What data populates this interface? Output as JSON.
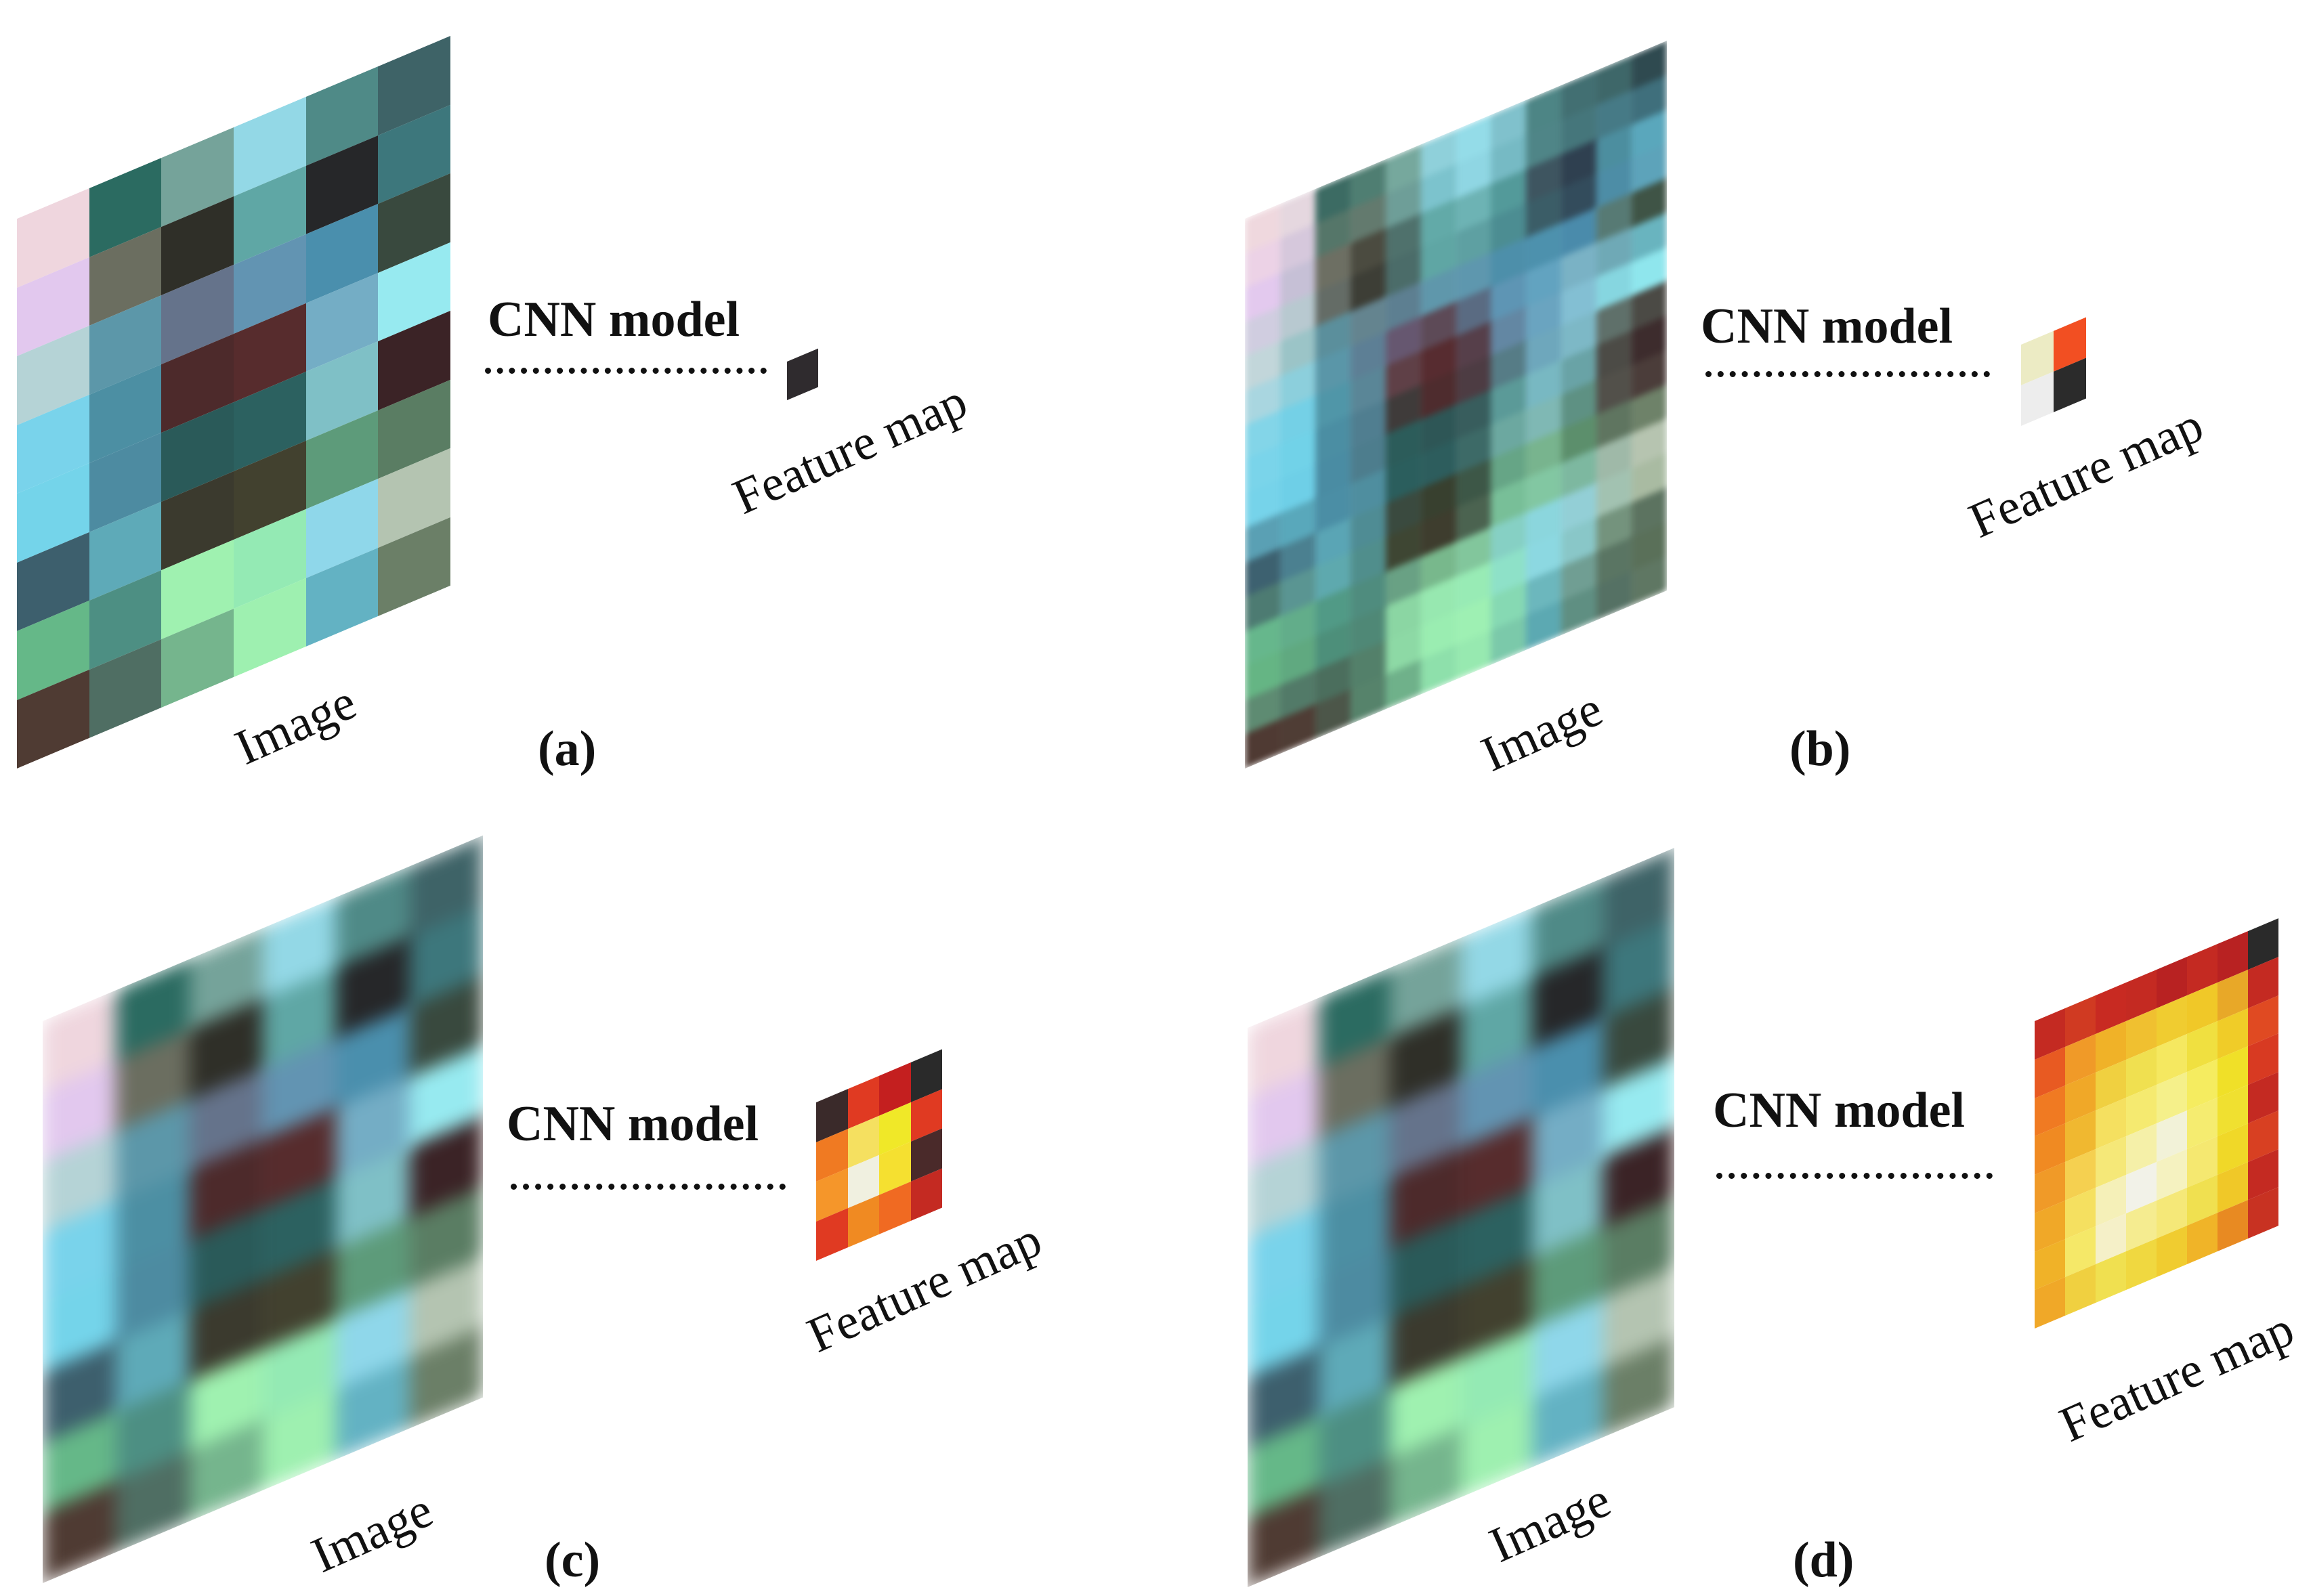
{
  "panels": [
    {
      "letter": "(a)",
      "cnn_label": "CNN model",
      "image_label": "Image",
      "feature_label": "Feature map",
      "image_grid": {
        "rows": 8,
        "cols": 6,
        "colors": [
          "#efd6de",
          "#2b6b61",
          "#75a39a",
          "#93d8e6",
          "#4f8a87",
          "#3e6367",
          "#e2c8ee",
          "#6b6e60",
          "#2f2f28",
          "#5fa7a5",
          "#262729",
          "#3d777c",
          "#b5d3d6",
          "#5c97a9",
          "#65738b",
          "#6294b2",
          "#4a8fad",
          "#39493e",
          "#79d3eb",
          "#4c8fa3",
          "#4d2a2b",
          "#572c2d",
          "#74adc5",
          "#97eaf0",
          "#74d4ea",
          "#4d8ba1",
          "#2a5a59",
          "#2c6160",
          "#7fc0c6",
          "#3b2326",
          "#3d5f6d",
          "#5eaab8",
          "#3b3a2e",
          "#42412f",
          "#5d9b7a",
          "#5a7d63",
          "#65b888",
          "#4d8f83",
          "#9ff1b0",
          "#94eab4",
          "#8fd7ea",
          "#b4c4b1",
          "#4f3b33",
          "#4f6e63",
          "#75b58d",
          "#9ef0b0",
          "#63b2c3",
          "#6b7f67"
        ]
      },
      "feature_map": {
        "rows": 1,
        "cols": 1,
        "colors": [
          "#2f2b2e"
        ]
      }
    },
    {
      "letter": "(b)",
      "cnn_label": "CNN model",
      "image_label": "Image",
      "feature_label": "Feature map",
      "image_grid": {
        "rows": 16,
        "cols": 12,
        "colors": [
          "#efd8de",
          "#e5d7df",
          "#3c6b63",
          "#4f7e72",
          "#76a89d",
          "#8fd0da",
          "#94dce8",
          "#80c1cc",
          "#4d8585",
          "#426f72",
          "#3e6769",
          "#2f4a50",
          "#ecd2e6",
          "#d6c8dc",
          "#557669",
          "#637a6e",
          "#6e9e98",
          "#7cc3cd",
          "#8fd6e3",
          "#76bac4",
          "#4f8587",
          "#45767b",
          "#467a86",
          "#3f6f7c",
          "#e3c9ee",
          "#c6c0d6",
          "#6d6f63",
          "#4b4b40",
          "#4f716c",
          "#62aaa8",
          "#6db3b4",
          "#539a9a",
          "#3e5560",
          "#2f4050",
          "#4c8e9f",
          "#5aa7bc",
          "#d0cde0",
          "#b8c9d0",
          "#646c66",
          "#3d3e36",
          "#4b6c69",
          "#5fa6a4",
          "#5ea0a2",
          "#4c8d92",
          "#3b5d67",
          "#334c5c",
          "#4d8da6",
          "#5da3ba",
          "#c2d6da",
          "#9bc4c7",
          "#5b8f9c",
          "#64848f",
          "#5d7f91",
          "#5f97ab",
          "#5e97ae",
          "#4d8faa",
          "#4d91ad",
          "#4a8bab",
          "#577a74",
          "#3f5446",
          "#a9d6e0",
          "#8ccfdc",
          "#5a96a8",
          "#5d7f95",
          "#665770",
          "#5d4a57",
          "#5a6b82",
          "#5e95b4",
          "#62a3c0",
          "#7ab2c5",
          "#6fa9b6",
          "#69b4bf",
          "#83d5e8",
          "#74d0e6",
          "#5096a8",
          "#5a8697",
          "#5f4047",
          "#572c30",
          "#563f4a",
          "#6387a3",
          "#6aa4c0",
          "#83bfd3",
          "#86d6e0",
          "#8fe6ed",
          "#7ad4ea",
          "#71d2e8",
          "#4b8ea3",
          "#507e90",
          "#3f3b3a",
          "#4e2c2e",
          "#4d3c43",
          "#567c86",
          "#6ea7bc",
          "#7db8c6",
          "#5f706a",
          "#4b4a45",
          "#76d3ea",
          "#6ecfe7",
          "#4a8ca3",
          "#4d7d8d",
          "#2c5c5a",
          "#2e5656",
          "#385d5d",
          "#5b9a98",
          "#78b8c2",
          "#69a3a6",
          "#4c4b46",
          "#3d2c2d",
          "#5aa0b4",
          "#59a8bb",
          "#4b8ea5",
          "#4f8e9f",
          "#2b5e5d",
          "#2d5d5d",
          "#3d6a67",
          "#6ca8a0",
          "#7fb8b4",
          "#5e9183",
          "#52504a",
          "#4b3d3a",
          "#3d6170",
          "#4b8090",
          "#5aa5b5",
          "#4f8c94",
          "#3a4a3f",
          "#38402f",
          "#3d5747",
          "#66a586",
          "#78b48e",
          "#5c8f6c",
          "#5f7560",
          "#6e8269",
          "#4d7b72",
          "#5a9592",
          "#5ea9ae",
          "#508e8c",
          "#3e4633",
          "#3e3d2e",
          "#4b6350",
          "#78bf98",
          "#82c7a2",
          "#7db8a0",
          "#9fb9a8",
          "#b6c4b0",
          "#66b78c",
          "#62ad8a",
          "#519a86",
          "#4f8c7e",
          "#69a184",
          "#78b88c",
          "#82c69c",
          "#86d0c4",
          "#8bd6dd",
          "#93cfd6",
          "#a2c2b1",
          "#a9bba2",
          "#65b584",
          "#60a980",
          "#4d8f7a",
          "#4f8876",
          "#8bd6a3",
          "#97e8b0",
          "#98ebb5",
          "#8ee1c8",
          "#8cd8e1",
          "#89c7c8",
          "#74937d",
          "#5c7360",
          "#5e8b72",
          "#527a68",
          "#4b6e5d",
          "#53806a",
          "#8dd9a5",
          "#9aedb1",
          "#9ef0b3",
          "#86d9b3",
          "#6cb7bd",
          "#709e93",
          "#5a7563",
          "#5a7059",
          "#4f3a33",
          "#4f3d35",
          "#4c5649",
          "#56836b",
          "#6fb18a",
          "#8ee0ab",
          "#97e9b0",
          "#7bc9aa",
          "#5ca9b2",
          "#5f8f82",
          "#557164",
          "#5f7763"
        ]
      },
      "feature_map": {
        "rows": 2,
        "cols": 2,
        "colors": [
          "#ecebc4",
          "#f24f22",
          "#ededed",
          "#2b2b2b"
        ]
      }
    },
    {
      "letter": "(c)",
      "cnn_label": "CNN model",
      "image_label": "Image",
      "feature_label": "Feature map",
      "image_grid": {
        "rows": 8,
        "cols": 6,
        "colors": [
          "#efd6de",
          "#2b6b61",
          "#75a39a",
          "#93d8e6",
          "#4f8a87",
          "#3e6367",
          "#e2c8ee",
          "#6b6e60",
          "#2f2f28",
          "#5fa7a5",
          "#262729",
          "#3d777c",
          "#b5d3d6",
          "#5c97a9",
          "#65738b",
          "#6294b2",
          "#4a8fad",
          "#39493e",
          "#79d3eb",
          "#4c8fa3",
          "#4d2a2b",
          "#572c2d",
          "#74adc5",
          "#97eaf0",
          "#74d4ea",
          "#4d8ba1",
          "#2a5a59",
          "#2c6160",
          "#7fc0c6",
          "#3b2326",
          "#3d5f6d",
          "#5eaab8",
          "#3b3a2e",
          "#42412f",
          "#5d9b7a",
          "#5a7d63",
          "#65b888",
          "#4d8f83",
          "#9ff1b0",
          "#94eab4",
          "#8fd7ea",
          "#b4c4b1",
          "#4f3b33",
          "#4f6e63",
          "#75b58d",
          "#9ef0b0",
          "#63b2c3",
          "#6b7f67"
        ]
      },
      "feature_map": {
        "rows": 4,
        "cols": 4,
        "colors": [
          "#3a2a2a",
          "#e03a22",
          "#c41f1f",
          "#2a2a2a",
          "#f07a22",
          "#f5e060",
          "#f0e828",
          "#e03a22",
          "#f5962a",
          "#f0f0e0",
          "#f5e030",
          "#4a2a2a",
          "#e03a22",
          "#f08a22",
          "#f06a22",
          "#c42a22"
        ]
      }
    },
    {
      "letter": "(d)",
      "cnn_label": "CNN model",
      "image_label": "Image",
      "feature_label": "Feature map",
      "image_grid": {
        "rows": 8,
        "cols": 6,
        "colors": [
          "#efd6de",
          "#2b6b61",
          "#75a39a",
          "#93d8e6",
          "#4f8a87",
          "#3e6367",
          "#e2c8ee",
          "#6b6e60",
          "#2f2f28",
          "#5fa7a5",
          "#262729",
          "#3d777c",
          "#b5d3d6",
          "#5c97a9",
          "#65738b",
          "#6294b2",
          "#4a8fad",
          "#39493e",
          "#79d3eb",
          "#4c8fa3",
          "#4d2a2b",
          "#572c2d",
          "#74adc5",
          "#97eaf0",
          "#74d4ea",
          "#4d8ba1",
          "#2a5a59",
          "#2c6160",
          "#7fc0c6",
          "#3b2326",
          "#3d5f6d",
          "#5eaab8",
          "#3b3a2e",
          "#42412f",
          "#5d9b7a",
          "#5a7d63",
          "#65b888",
          "#4d8f83",
          "#9ff1b0",
          "#94eab4",
          "#8fd7ea",
          "#b4c4b1",
          "#4f3b33",
          "#4f6e63",
          "#75b58d",
          "#9ef0b0",
          "#63b2c3",
          "#6b7f67"
        ]
      },
      "feature_map": {
        "rows": 8,
        "cols": 8,
        "colors": [
          "#c42a22",
          "#d03a22",
          "#c82a22",
          "#c42a22",
          "#b82222",
          "#c42a22",
          "#b82222",
          "#2a2a2a",
          "#e85a22",
          "#f09a28",
          "#f0b228",
          "#f0c030",
          "#f0cc30",
          "#f0c828",
          "#e8a828",
          "#c42a22",
          "#f07a22",
          "#f0a828",
          "#f0d040",
          "#f0e050",
          "#f5e860",
          "#f0e040",
          "#f0cc28",
          "#e04a22",
          "#f08a22",
          "#f0b830",
          "#f5e060",
          "#f5ea70",
          "#f5f08a",
          "#f5ec60",
          "#f0e028",
          "#d83a22",
          "#f09a28",
          "#f5d050",
          "#f5e878",
          "#f5f0a8",
          "#f2f2d8",
          "#f5ec70",
          "#f0e030",
          "#c42a22",
          "#f0a828",
          "#f5e060",
          "#f5f0b8",
          "#f2f2e8",
          "#f5f2c0",
          "#f5e870",
          "#f0d828",
          "#d84022",
          "#f0b228",
          "#f5e868",
          "#f5f0c8",
          "#f5ec90",
          "#f5e878",
          "#f0e050",
          "#f0c828",
          "#c42a22",
          "#f0a828",
          "#f0d040",
          "#f0e050",
          "#f0d840",
          "#f0cc30",
          "#f0b428",
          "#e88a22",
          "#c83222"
        ]
      }
    }
  ]
}
